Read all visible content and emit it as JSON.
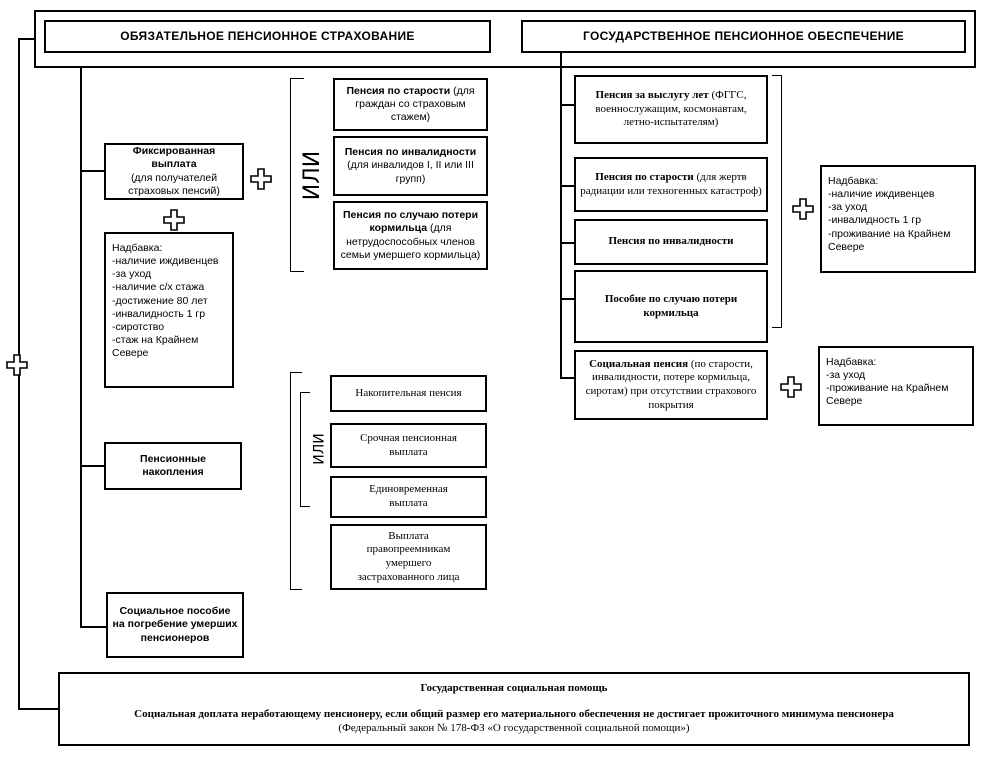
{
  "headers": {
    "mandatory": "ОБЯЗАТЕЛЬНОЕ ПЕНСИОННОЕ СТРАХОВАНИЕ",
    "state": "ГОСУДАРСТВЕННОЕ ПЕНСИОННОЕ ОБЕСПЕЧЕНИЕ"
  },
  "left": {
    "fixed_payment": {
      "title": "Фиксированная выплата",
      "note": "(для получателей страховых пенсий)"
    },
    "supplement": {
      "title": "Надбавка:",
      "items": [
        "-наличие иждивенцев",
        "-за уход",
        "-наличие с/х стажа",
        "-достижение 80 лет",
        "-инвалидность 1 гр",
        "-сиротство",
        "-стаж на Крайнем Севере"
      ]
    },
    "savings": "Пенсионные накопления",
    "burial": "Социальное пособие на погребение умерших пенсионеров"
  },
  "middle": {
    "or_label": "ИЛИ",
    "pensions": [
      {
        "title": "Пенсия по старости",
        "note": "(для граждан со страховым стажем)"
      },
      {
        "title": "Пенсия по инвалидности",
        "note": "(для инвалидов I, II или III групп)"
      },
      {
        "title": "Пенсия по случаю потери кормильца",
        "note": "(для нетрудоспособных членов семьи умершего кормильца)"
      }
    ],
    "savings_or_label": "ИЛИ",
    "savings_options": [
      "Накопительная пенсия",
      "Срочная пенсионная выплата",
      "Единовременная выплата",
      "Выплата правопреемникам умершего застрахованного лица"
    ]
  },
  "right": {
    "pensions": [
      {
        "title": "Пенсия за выслугу лет",
        "note": "(ФГГС, военнослужащим, космонавтам, летно-испытателям)"
      },
      {
        "title": "Пенсия по старости",
        "note": "(для жертв радиации или техногенных катастроф)"
      },
      {
        "title": "Пенсия по инвалидности",
        "note": ""
      },
      {
        "title": "Пособие по случаю потери кормильца",
        "note": ""
      },
      {
        "title": "Социальная пенсия",
        "note": "(по старости, инвалидности, потере кормильца, сиротам) при отсутствии страхового покрытия"
      }
    ],
    "supplement1": {
      "title": "Надбавка:",
      "items": [
        "-наличие иждивенцев",
        "-за уход",
        "-инвалидность 1 гр",
        "-проживание на Крайнем Севере"
      ]
    },
    "supplement2": {
      "title": "Надбавка:",
      "items": [
        "-за уход",
        "-проживание на Крайнем Севере"
      ]
    }
  },
  "bottom": {
    "title": "Государственная социальная помощь",
    "text": "Социальная доплата неработающему пенсионеру, если общий размер его материального обеспечения не достигает прожиточного минимума пенсионера",
    "law": "(Федеральный закон № 178-ФЗ «О государственной социальной помощи»)"
  }
}
